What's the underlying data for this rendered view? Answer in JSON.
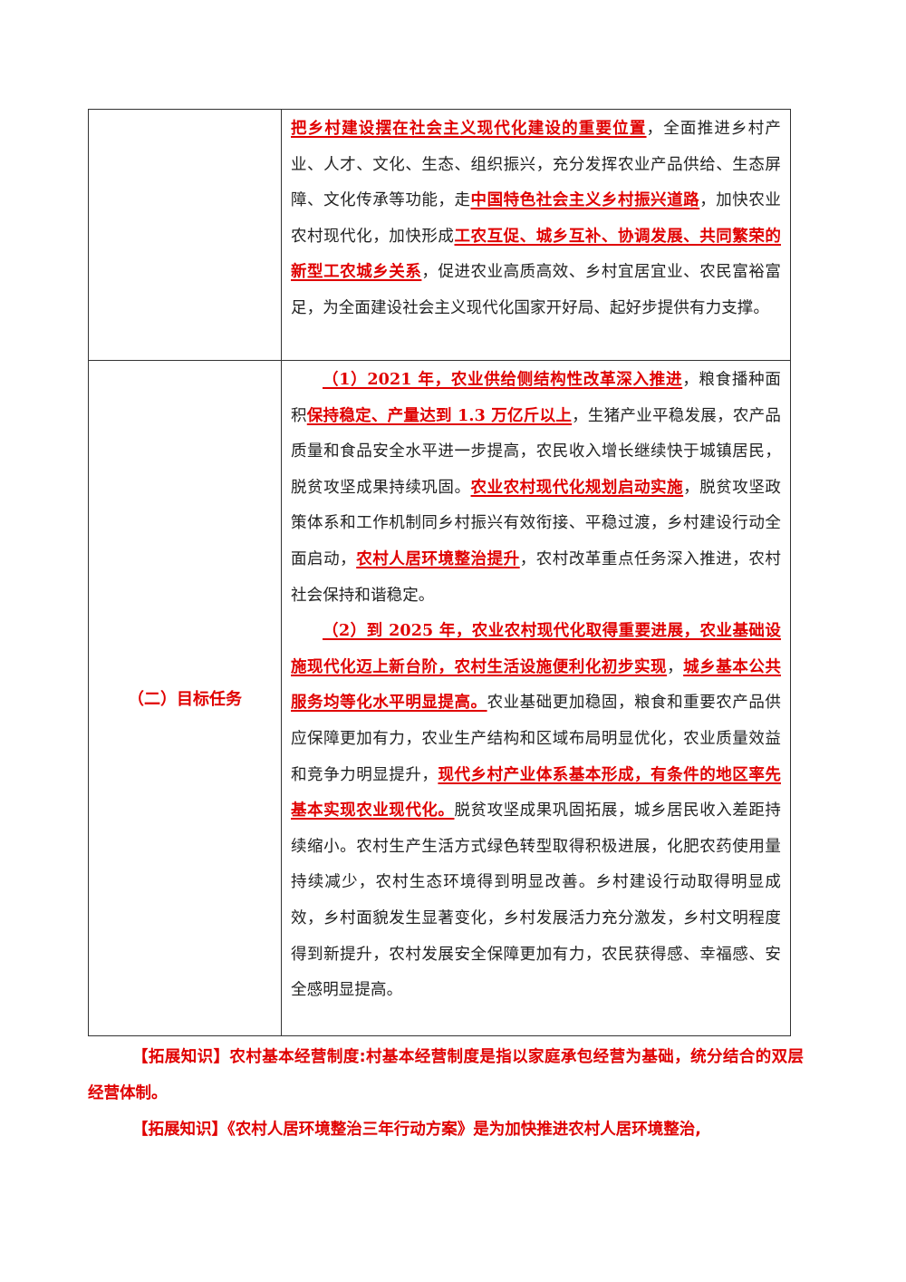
{
  "row1": {
    "left": "",
    "segments": [
      {
        "t": "把乡村建设摆在社会主义现代化建设的重要位置",
        "red": true
      },
      {
        "t": "，全面推进乡村产业、人才、文化、生态、组织振兴，充分发挥农业产品供给、生态屏障、文化传承等功能，走",
        "red": false
      },
      {
        "t": "中国特色社会主义乡村振兴道路",
        "red": true
      },
      {
        "t": "，加快农业农村现代化，加快形成",
        "red": false
      },
      {
        "t": "工农互促、城乡互补、协调发展、共同繁荣的新型工农城乡关系",
        "red": true
      },
      {
        "t": "，促进农业高质高效、乡村宜居宜业、农民富裕富足，为全面建设社会主义现代化国家开好局、起好步提供有力支撑。",
        "red": false
      }
    ]
  },
  "row2": {
    "left": "（二）目标任务",
    "para1": [
      {
        "t": "（1）2021 年，农业供给侧结构性改革深入推进",
        "red": true
      },
      {
        "t": "，粮食播种面积",
        "red": false
      },
      {
        "t": "保持稳定、产量达到 1.3 万亿斤以上",
        "red": true
      },
      {
        "t": "，生猪产业平稳发展，农产品质量和食品安全水平进一步提高，农民收入增长继续快于城镇居民，脱贫攻坚成果持续巩固。",
        "red": false
      },
      {
        "t": "农业农村现代化规划启动实施",
        "red": true
      },
      {
        "t": "，脱贫攻坚政策体系和工作机制同乡村振兴有效衔接、平稳过渡，乡村建设行动全面启动，",
        "red": false
      },
      {
        "t": "农村人居环境整治提升",
        "red": true
      },
      {
        "t": "，农村改革重点任务深入推进，农村社会保持和谐稳定。",
        "red": false
      }
    ],
    "para2": [
      {
        "t": "（2）到 2025 年，农业农村现代化取得重要进展，农业基础设施现代化迈上新台阶，农村生活设施便利化初步实现",
        "red": true
      },
      {
        "t": "，",
        "red": false
      },
      {
        "t": "城乡基本公共服务均等化水平明显提高。",
        "red": true
      },
      {
        "t": "农业基础更加稳固，粮食和重要农产品供应保障更加有力，农业生产结构和区域布局明显优化，农业质量效益和竞争力明显提升，",
        "red": false
      },
      {
        "t": "现代乡村产业体系基本形成，有条件的地区率先基本实现农业现代化。",
        "red": true
      },
      {
        "t": "脱贫攻坚成果巩固拓展，城乡居民收入差距持续缩小。农村生产生活方式绿色转型取得积极进展，化肥农药使用量持续减少，农村生态环境得到明显改善。乡村建设行动取得明显成效，乡村面貌发生显著变化，乡村发展活力充分激发，乡村文明程度得到新提升，农村发展安全保障更加有力，农民获得感、幸福感、安全感明显提高。",
        "red": false
      }
    ]
  },
  "notes": [
    "【拓展知识】农村基本经营制度:村基本经营制度是指以家庭承包经营为基础，统分结合的双层经营体制。",
    "【拓展知识】《农村人居环境整治三年行动方案》是为加快推进农村人居环境整治,"
  ],
  "colors": {
    "emphasis": "#e00000",
    "text": "#222222",
    "border": "#333333"
  }
}
